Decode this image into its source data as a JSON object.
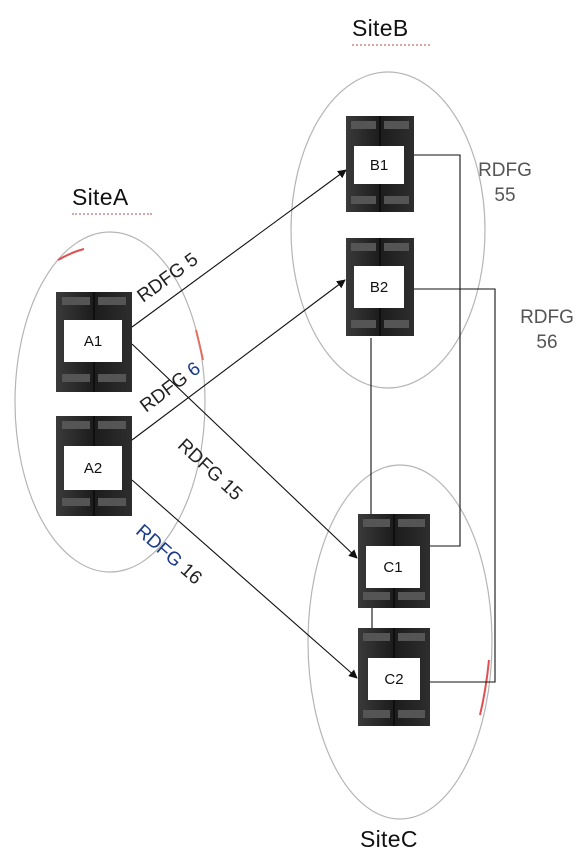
{
  "sites": {
    "site_a": "SiteA",
    "site_b": "SiteB",
    "site_c": "SiteC"
  },
  "arrays": {
    "a1": "A1",
    "a2": "A2",
    "b1": "B1",
    "b2": "B2",
    "c1": "C1",
    "c2": "C2"
  },
  "links": {
    "rdfg5": "RDFG 5",
    "rdfg6_prefix": "RDFG ",
    "rdfg6_num": "6",
    "rdfg15": "RDFG 15",
    "rdfg16_prefix": "RDFG",
    "rdfg16_suffix": " 16",
    "rdfg55_line1": "RDFG",
    "rdfg55_line2": "55",
    "rdfg56_line1": "RDFG",
    "rdfg56_line2": "56"
  },
  "colors": {
    "rdfg6_num": "#1a3a8a",
    "rdfg16_prefix": "#1a3a8a"
  }
}
